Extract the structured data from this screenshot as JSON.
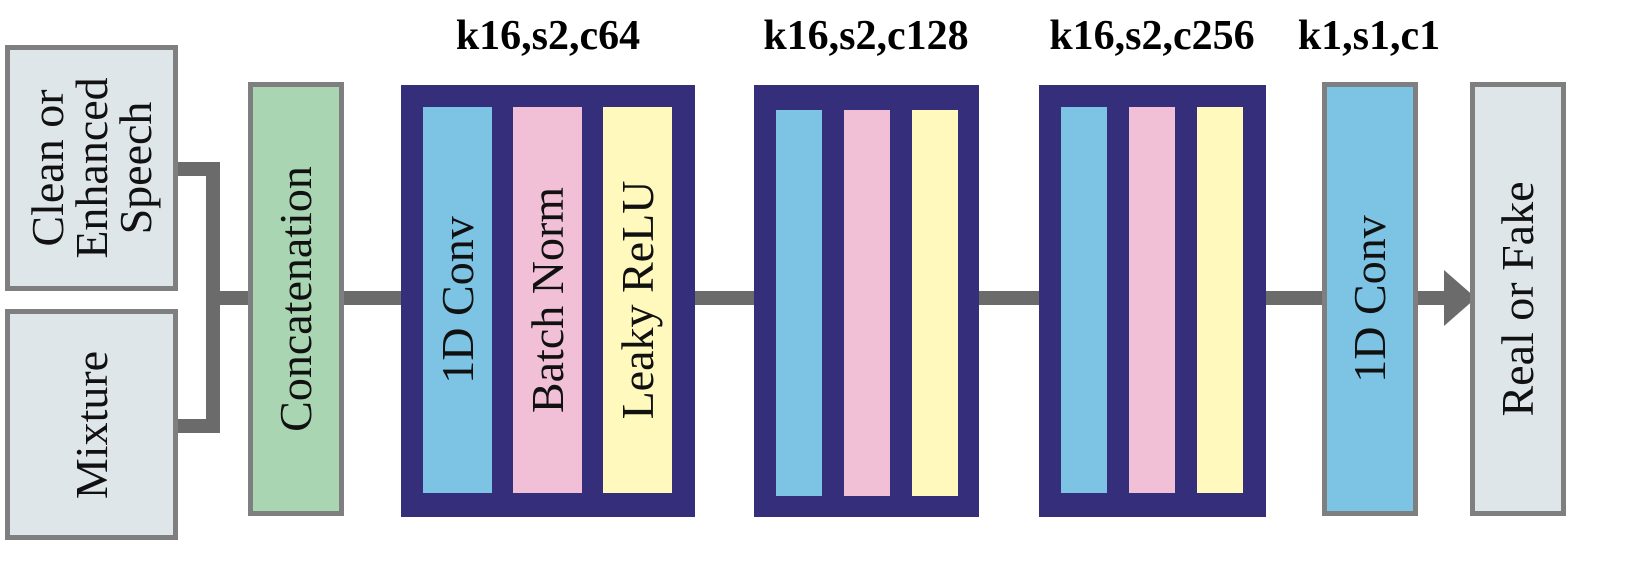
{
  "inputs": {
    "clean_label": "Clean or\nEnhanced\nSpeech",
    "mixture_label": "Mixture"
  },
  "concat_label": "Concatenation",
  "blocks": [
    {
      "spec": "k16,s2,c64",
      "layers": [
        "1D Conv",
        "Batch Norm",
        "Leaky ReLU"
      ]
    },
    {
      "spec": "k16,s2,c128",
      "layers": [
        "",
        "",
        ""
      ]
    },
    {
      "spec": "k16,s2,c256",
      "layers": [
        "",
        "",
        ""
      ]
    }
  ],
  "final_conv": {
    "spec": "k1,s1,c1",
    "label": "1D Conv"
  },
  "output_label": "Real or Fake",
  "colors": {
    "input_fill": "#dfe6ea",
    "border_gray": "#7f7f7f",
    "concat_fill": "#a9d5b2",
    "block_frame": "#352f7b",
    "conv_fill": "#7cc3e4",
    "batchnorm_fill": "#f1c0d6",
    "relu_fill": "#fff9bd",
    "connector": "#6b6b6b"
  }
}
